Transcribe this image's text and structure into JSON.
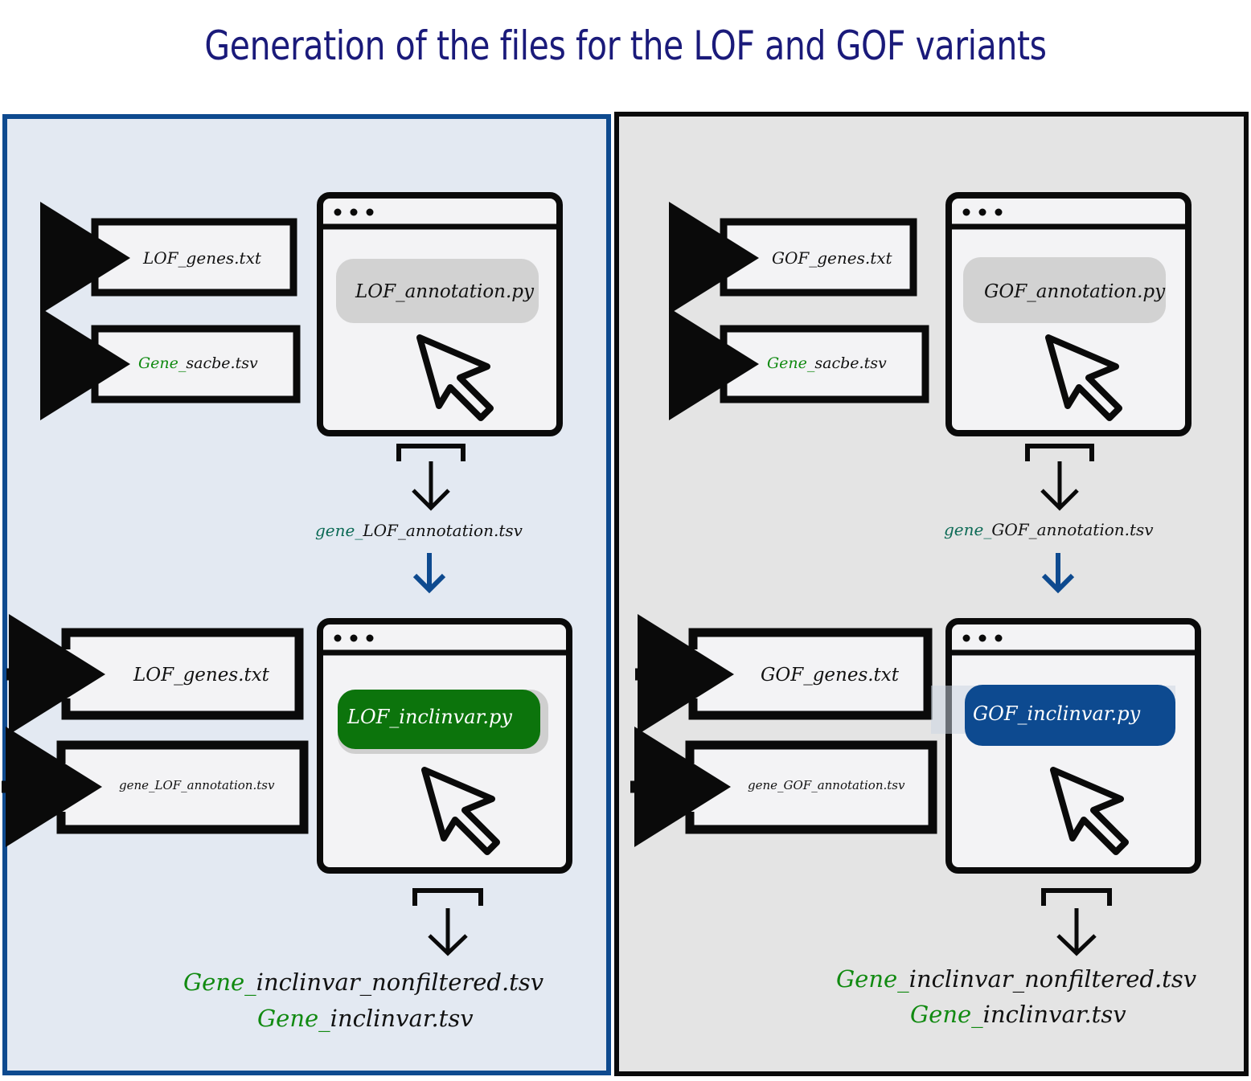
{
  "title": "Generation of the files for the LOF and GOF variants",
  "colors": {
    "lof_panel_bg": "#e3e9f2",
    "lof_panel_border": "#0e4a8f",
    "gof_panel_bg": "#e4e4e4",
    "gof_panel_border": "#0a0a0a",
    "gene_prefix": "#118a11",
    "lof_script_pill": "#0c740c",
    "gof_script_pill": "#0d4a90",
    "blue_arrow": "#0e4a8f"
  },
  "lof": {
    "step1": {
      "inputs": [
        {
          "prefix": "",
          "name": "LOF_genes.txt"
        },
        {
          "prefix": "Gene_",
          "name": "sacbe.tsv"
        }
      ],
      "script": "LOF_annotation.py",
      "output": {
        "prefix": "gene_",
        "name": "LOF_annotation.tsv"
      }
    },
    "step2": {
      "inputs": [
        {
          "prefix": "",
          "name": "LOF_genes.txt"
        },
        {
          "prefix": "",
          "name": "gene_LOF_annotation.tsv"
        }
      ],
      "script": "LOF_inclinvar.py",
      "outputs": [
        {
          "prefix": "Gene_",
          "name": "inclinvar_nonfiltered.tsv"
        },
        {
          "prefix": "Gene_",
          "name": "inclinvar.tsv"
        }
      ]
    }
  },
  "gof": {
    "step1": {
      "inputs": [
        {
          "prefix": "",
          "name": "GOF_genes.txt"
        },
        {
          "prefix": "Gene_",
          "name": "sacbe.tsv"
        }
      ],
      "script": "GOF_annotation.py",
      "output": {
        "prefix": "gene_",
        "name": "GOF_annotation.tsv"
      }
    },
    "step2": {
      "inputs": [
        {
          "prefix": "",
          "name": "GOF_genes.txt"
        },
        {
          "prefix": "",
          "name": "gene_GOF_annotation.tsv"
        }
      ],
      "script": "GOF_inclinvar.py",
      "outputs": [
        {
          "prefix": "Gene_",
          "name": "inclinvar_nonfiltered.tsv"
        },
        {
          "prefix": "Gene_",
          "name": "inclinvar.tsv"
        }
      ]
    }
  }
}
